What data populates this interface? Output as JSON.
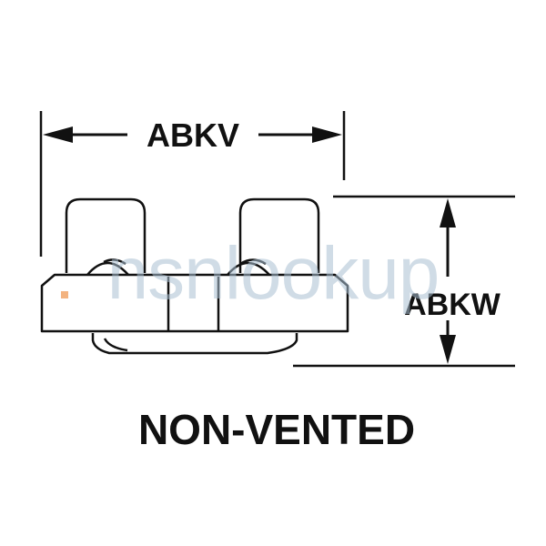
{
  "diagram": {
    "width_dimension_label": "ABKV",
    "height_dimension_label": "ABKW",
    "caption": "NON-VENTED",
    "watermark": "nsnlookup"
  },
  "colors": {
    "line": "#111111",
    "watermark": "#a9bfd2",
    "watermark_accent": "#f0a060",
    "background": "#ffffff"
  }
}
